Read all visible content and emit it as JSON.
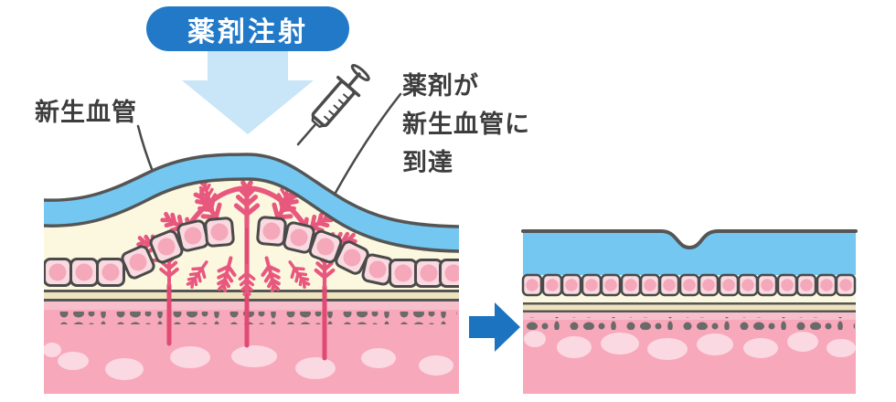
{
  "title_badge": {
    "label": "薬剤注射"
  },
  "annotations": {
    "left_label": "新生血管",
    "right_label_lines": [
      "薬剤が",
      "新生血管に",
      "到達"
    ]
  },
  "icons": {
    "down_arrow": "down-arrow-icon",
    "syringe": "syringe-icon",
    "transition_arrow": "right-arrow-icon"
  },
  "palette": {
    "badge_blue": "#2279C8",
    "big_arrow_blue": "#C9E5F8",
    "transition_arrow_blue": "#1C74C0",
    "sclera_blue": "#74C7F0",
    "outline_gray": "#555555",
    "cream": "#FBF8DF",
    "membrane_tan": "#EDE3BE",
    "vessel_pink": "#E8587E",
    "vessel_deep": "#E14A72",
    "cell_fill": "#F9DAE1",
    "cell_nucleus": "#F5A8BA",
    "cell_border": "#4A4A4A",
    "choroid_pink": "#F8A8BB",
    "choroid_light_stripe": "#F7BECC",
    "dot_gray": "#6A6A6A",
    "oval_light_pink": "#FBD9E2",
    "text_dark": "#3D3D3D"
  }
}
